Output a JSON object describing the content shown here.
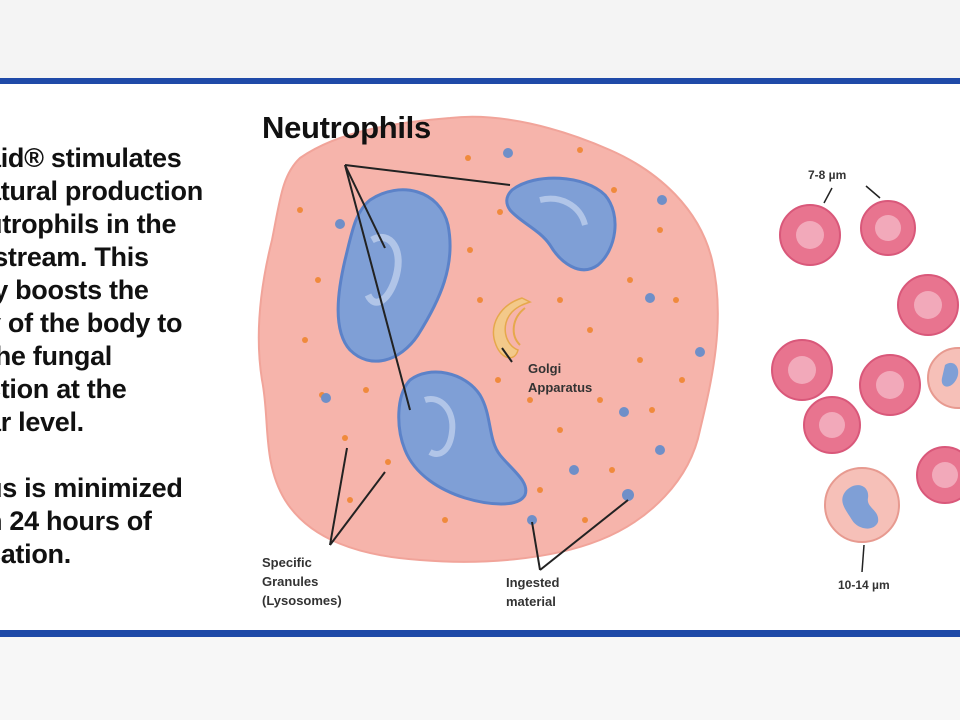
{
  "left_text": {
    "lines": [
      "aid® stimulates",
      "atural production",
      "utrophils in the",
      "lstream. This",
      "ly boosts the",
      "y of the body to",
      "the fungal",
      "ction at the",
      "ar level.",
      "",
      "us is minimized",
      "n 24 hours of",
      "cation."
    ]
  },
  "diagram": {
    "title": "Neutrophils",
    "labels": {
      "golgi": [
        "Golgi",
        "Apparatus"
      ],
      "specific_granules": [
        "Specific",
        "Granules",
        "(Lysosomes)"
      ],
      "ingested_material": [
        "Ingested",
        "material"
      ],
      "rbc_size": "7-8 µm",
      "neutrophil_size": "10-14 µm"
    }
  },
  "colors": {
    "frame": "#1f4aa8",
    "cytoplasm": "#f6b4ab",
    "nucleus": "#7f9fd6",
    "granule_orange": "#f08a3c",
    "granule_blue": "#6f8fc8",
    "rbc": "#e8748f"
  }
}
